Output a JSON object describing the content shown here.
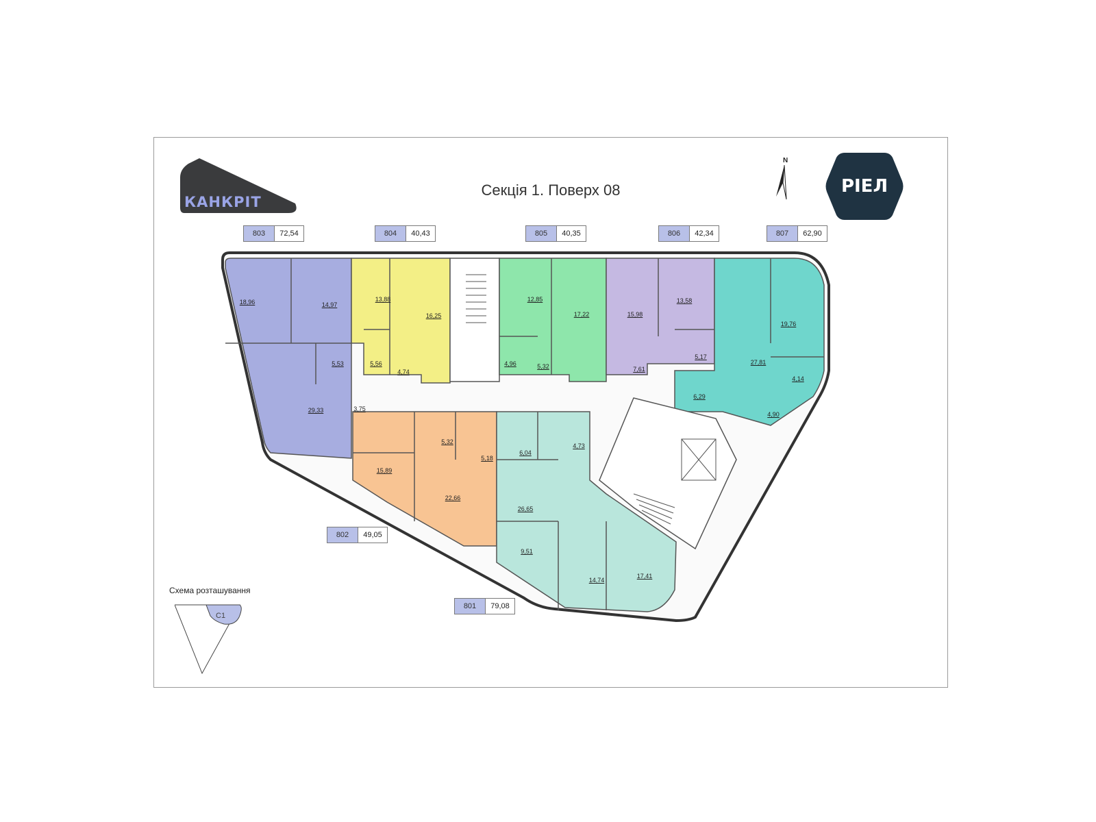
{
  "title": "Секція 1. Поверх 08",
  "logos": {
    "left": "КАНКРІТ",
    "right": "РІЕЛ"
  },
  "north": "N",
  "colors": {
    "a803": "#a7ade0",
    "a804": "#f3ef86",
    "a805": "#8ee6ab",
    "a806": "#c5b9e2",
    "a807": "#6fd6cc",
    "a802": "#f8c493",
    "a801": "#b9e6dc",
    "tag": "#b8c0e8",
    "logo_dark": "#3a3b3d",
    "logo_accent": "#9aa4e6",
    "riel": "#1f3342"
  },
  "apartments": [
    {
      "number": "803",
      "area": "72,54"
    },
    {
      "number": "804",
      "area": "40,43"
    },
    {
      "number": "805",
      "area": "40,35"
    },
    {
      "number": "806",
      "area": "42,34"
    },
    {
      "number": "807",
      "area": "62,90"
    },
    {
      "number": "802",
      "area": "49,05"
    },
    {
      "number": "801",
      "area": "79,08"
    }
  ],
  "rooms": [
    "18,96",
    "14,97",
    "5,53",
    "29,33",
    "3,75",
    "13,88",
    "16,25",
    "5,56",
    "4,74",
    "12,85",
    "17,22",
    "4,96",
    "5,32",
    "15,98",
    "13,58",
    "5,17",
    "7,61",
    "27,81",
    "19,76",
    "6,29",
    "4,14",
    "4,90",
    "15,89",
    "5,32",
    "5,18",
    "22,66",
    "6,04",
    "4,73",
    "26,65",
    "9,51",
    "14,74",
    "17,41"
  ],
  "scheme": {
    "title": "Схема розташування",
    "label": "C1"
  }
}
